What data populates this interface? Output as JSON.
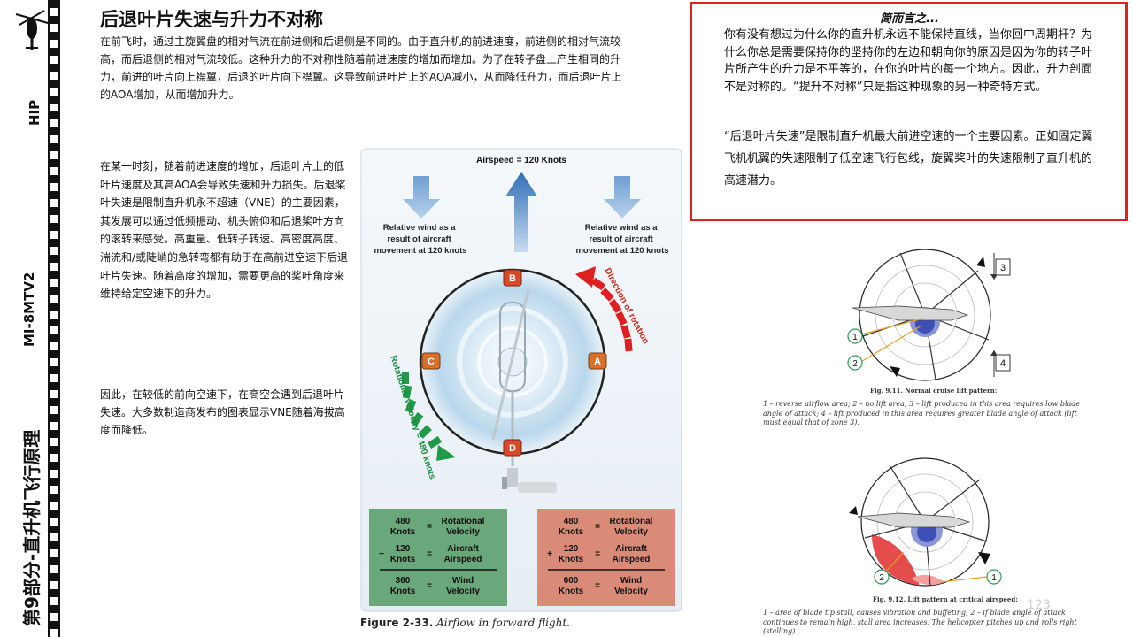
{
  "sidebar": {
    "chapter": "第9部分-直升机飞行原理",
    "model": "MI-8MTV2",
    "variant": "HIP",
    "icon": "helicopter-icon"
  },
  "page": {
    "title": "后退叶片失速与升力不对称",
    "intro": "在前飞时，通过主旋翼盘的相对气流在前进侧和后退侧是不同的。由于直升机的前进速度，前进侧的相对气流较高，而后退侧的相对气流较低。这种升力的不对称性随着前进速度的增加而增加。为了在转子盘上产生相同的升力，前进的叶片向上襟翼，后退的叶片向下襟翼。这导致前进叶片上的AOA减小，从而降低升力，而后退叶片上的AOA增加，从而增加升力。",
    "para2": "在某一时刻，随着前进速度的增加，后退叶片上的低叶片速度及其高AOA会导致失速和升力损失。后退桨叶失速是限制直升机永不超速（VNE）的主要因素，其发展可以通过低频振动、机头俯仰和后退桨叶方向的滚转来感受。高重量、低转子转速、高密度高度、湍流和/或陡峭的急转弯都有助于在高前进空速下后退叶片失速。随着高度的增加，需要更高的桨叶角度来维持给定空速下的升力。",
    "para3": "因此，在较低的前向空速下，在高空会遇到后退叶片失速。大多数制造商发布的图表显示VNE随着海拔高度而降低。",
    "page_number": "123"
  },
  "summary": {
    "title": "简而言之...",
    "p1": "你有没有想过为什么你的直升机永远不能保持直线，当你回中周期杆？为什么你总是需要保持你的坚持你的左边和朝向你的原因是因为你的转子叶片所产生的升力是不平等的，在你的叶片的每一个地方。因此，升力剖面不是对称的。“提升不对称”只是指这种现象的另一种奇特方式。",
    "p2": "“后退叶片失速”是限制直升机最大前进空速的一个主要因素。正如固定翼飞机机翼的失速限制了低空速飞行包线，旋翼桨叶的失速限制了直升机的高速潜力。",
    "border_color": "#e0201f"
  },
  "figure_2_33": {
    "airspeed": "Airspeed = 120 Knots",
    "wind_left": [
      "Relative wind as a",
      "result of aircraft",
      "movement at 120 knots"
    ],
    "wind_right": [
      "Relative wind as a",
      "result of aircraft",
      "movement at 120 knots"
    ],
    "direction_of_rotation": "Direction of rotation",
    "rotational_velocity": "Rotational velocity = 480 knots",
    "markers": [
      "A",
      "B",
      "C",
      "D"
    ],
    "left_table": {
      "rows": [
        {
          "op": "",
          "v1": "480",
          "v2": "Knots",
          "l1": "Rotational",
          "l2": "Velocity"
        },
        {
          "op": "−",
          "v1": "120",
          "v2": "Knots",
          "l1": "Aircraft",
          "l2": "Airspeed"
        },
        {
          "op": "",
          "v1": "360",
          "v2": "Knots",
          "l1": "Wind",
          "l2": "Velocity"
        }
      ],
      "color": "#6aa77a"
    },
    "right_table": {
      "rows": [
        {
          "op": "",
          "v1": "480",
          "v2": "Knots",
          "l1": "Rotational",
          "l2": "Velocity"
        },
        {
          "op": "+",
          "v1": "120",
          "v2": "Knots",
          "l1": "Aircraft",
          "l2": "Airspeed"
        },
        {
          "op": "",
          "v1": "600",
          "v2": "Knots",
          "l1": "Wind",
          "l2": "Velocity"
        }
      ],
      "color": "#d98b77"
    },
    "caption_bold": "Figure 2-33.",
    "caption_italic": "Airflow in forward flight."
  },
  "figure_9_11": {
    "caption": "Fig. 9.11. Normal cruise lift pattern:",
    "description": "1 – reverse airflow area; 2 – no lift area; 3 – lift produced in this area requires low blade angle of attack; 4 – lift produced in this area requires greater blade angle of attack (lift must equal that of zone 3).",
    "labels": [
      "1",
      "2",
      "3",
      "4"
    ]
  },
  "figure_9_12": {
    "caption": "Fig. 9.12. Lift pattern at critical airspeed:",
    "description": "1 – area of blade tip stall, causes vibration and buffeting; 2 – if blade angle of attack continues to remain high, stall area increases. The helicopter pitches up and rolls right (stalling).",
    "labels": [
      "1",
      "2"
    ]
  }
}
